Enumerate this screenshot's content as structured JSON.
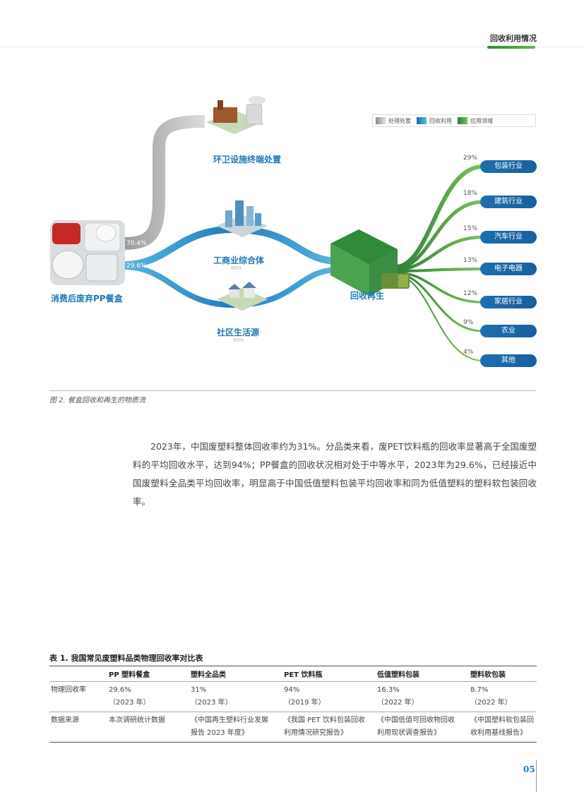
{
  "header": {
    "title": "回收利用情况"
  },
  "figure": {
    "caption": "图 2. 餐盒回收和再生的物质流",
    "legend": [
      {
        "label": "处理处置",
        "color_from": "#8a8a8a",
        "color_to": "#e2e2e2"
      },
      {
        "label": "回收利用",
        "color_from": "#1a6aa8",
        "color_to": "#5bb6e0"
      },
      {
        "label": "应用领域",
        "color_from": "#2e7d3a",
        "color_to": "#7cc25a"
      }
    ],
    "source_node": {
      "label": "消费后废弃PP餐盒",
      "share_disposal": "70.4%",
      "share_recycle": "29.6%"
    },
    "disposal_node": {
      "label": "环卫设施终端处置"
    },
    "industrial_node": {
      "label": "工商业综合体",
      "share": "60%"
    },
    "community_node": {
      "label": "社区生活源",
      "share": "40%"
    },
    "recycle_node": {
      "label": "回收再生"
    },
    "industries": [
      {
        "label": "包装行业",
        "pct": "29%"
      },
      {
        "label": "建筑行业",
        "pct": "18%"
      },
      {
        "label": "汽车行业",
        "pct": "15%"
      },
      {
        "label": "电子电器",
        "pct": "13%"
      },
      {
        "label": "家居行业",
        "pct": "12%"
      },
      {
        "label": "农业",
        "pct": "9%"
      },
      {
        "label": "其他",
        "pct": "4%"
      }
    ],
    "colors": {
      "gray": "#b9b9b9",
      "blue": "#2f8fc7",
      "green": "#3e9a45",
      "label_blue": "#2178b4"
    }
  },
  "body_text": "2023年，中国废塑料整体回收率约为31%。分品类来看，废PET饮料瓶的回收率显著高于全国废塑料的平均回收水平，达到94%；PP餐盒的回收状况相对处于中等水平，2023年为29.6%，已经接近中国废塑料全品类平均回收率，明显高于中国低值塑料包装平均回收率和同为低值塑料的塑料软包装回收率。",
  "table": {
    "title": "表 1. 我国常见废塑料品类物理回收率对比表",
    "headers": [
      "",
      "PP 塑料餐盒",
      "塑料全品类",
      "PET 饮料瓶",
      "低值塑料包装",
      "塑料软包装"
    ],
    "rows": [
      {
        "label": "物理回收率",
        "cells": [
          {
            "main": "29.6%",
            "sub": "（2023 年）"
          },
          {
            "main": "31%",
            "sub": "（2023 年）"
          },
          {
            "main": "94%",
            "sub": "（2019 年）"
          },
          {
            "main": "16.3%",
            "sub": "（2022 年）"
          },
          {
            "main": "8.7%",
            "sub": "（2022 年）"
          }
        ]
      },
      {
        "label": "数据来源",
        "cells": [
          {
            "main": "本次调研统计数据",
            "sub": ""
          },
          {
            "main": "《中国再生塑料行业发展",
            "sub": "报告 2023 年度》"
          },
          {
            "main": "《我国 PET 饮料包装回收",
            "sub": "利用情况研究报告》"
          },
          {
            "main": "《中国低值可回收物回收",
            "sub": "利用现状调查报告》"
          },
          {
            "main": "《中国塑料软包装回",
            "sub": "收利用基线报告》"
          }
        ]
      }
    ]
  },
  "page_number": "05"
}
